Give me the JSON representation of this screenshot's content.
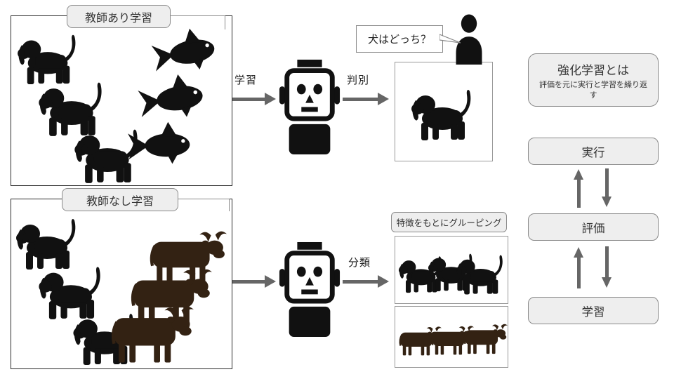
{
  "supervised": {
    "label": "教師あり学習",
    "learn_arrow_label": "学習",
    "judge_arrow_label": "判別",
    "question": "犬はどっち？"
  },
  "unsupervised": {
    "label": "教師なし学習",
    "classify_arrow_label": "分類",
    "grouping_label": "特徴をもとにグルーピング"
  },
  "reinforcement": {
    "title": "強化学習とは",
    "subtitle": "評価を元に実行と学習を繰り返す",
    "steps": [
      "実行",
      "評価",
      "学習"
    ]
  },
  "icons": {
    "dog-icon": "black basset hound silhouette",
    "fish-icon": "black fish silhouette",
    "cow-icon": "dark brown cow silhouette",
    "robot-icon": "robot head with antenna, eyes, ears and solid body",
    "person-icon": "black person bust silhouette",
    "arrow-icon": "gray solid arrow"
  },
  "colors": {
    "box_fill": "#eeeeee",
    "box_border": "#8a8a8a",
    "arrow": "#666666",
    "silhouette": "#111111",
    "cow": "#332213"
  }
}
